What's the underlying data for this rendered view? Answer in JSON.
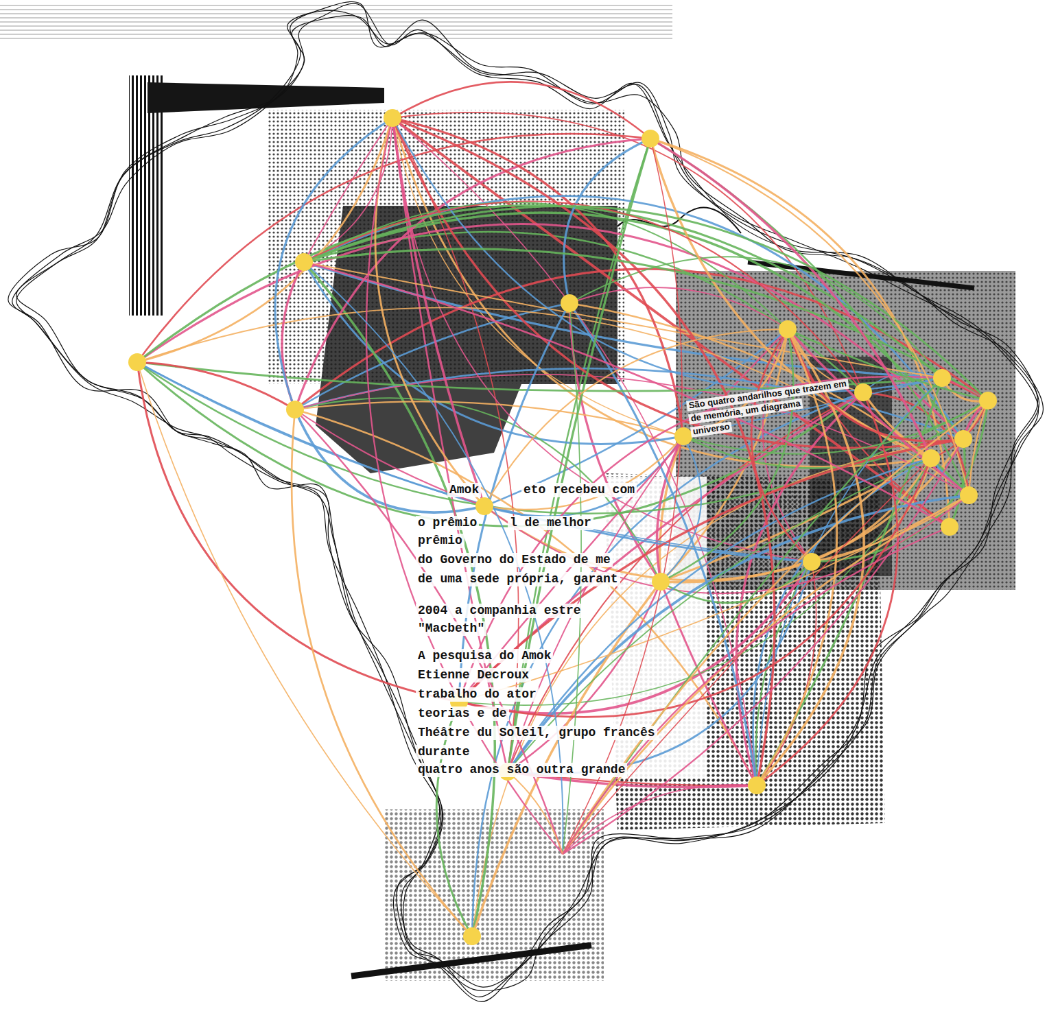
{
  "diagram": {
    "labels": [
      "Amok",
      "eto recebeu com",
      "o prêmio",
      "l de melhor",
      "prêmio",
      "do Governo do Estado de me",
      "de uma sede própria, garant",
      "2004 a companhia estre",
      "\"Macbeth\"",
      "A pesquisa do Amok",
      "Etienne Decroux",
      "trabalho do ator",
      "teorias e de",
      "Théâtre du Soleil, grupo francês",
      "durante",
      "quatro anos são outra grande",
      "São quatro andarilhos que trazem em",
      "de memória, um diagrama",
      "universo"
    ]
  }
}
